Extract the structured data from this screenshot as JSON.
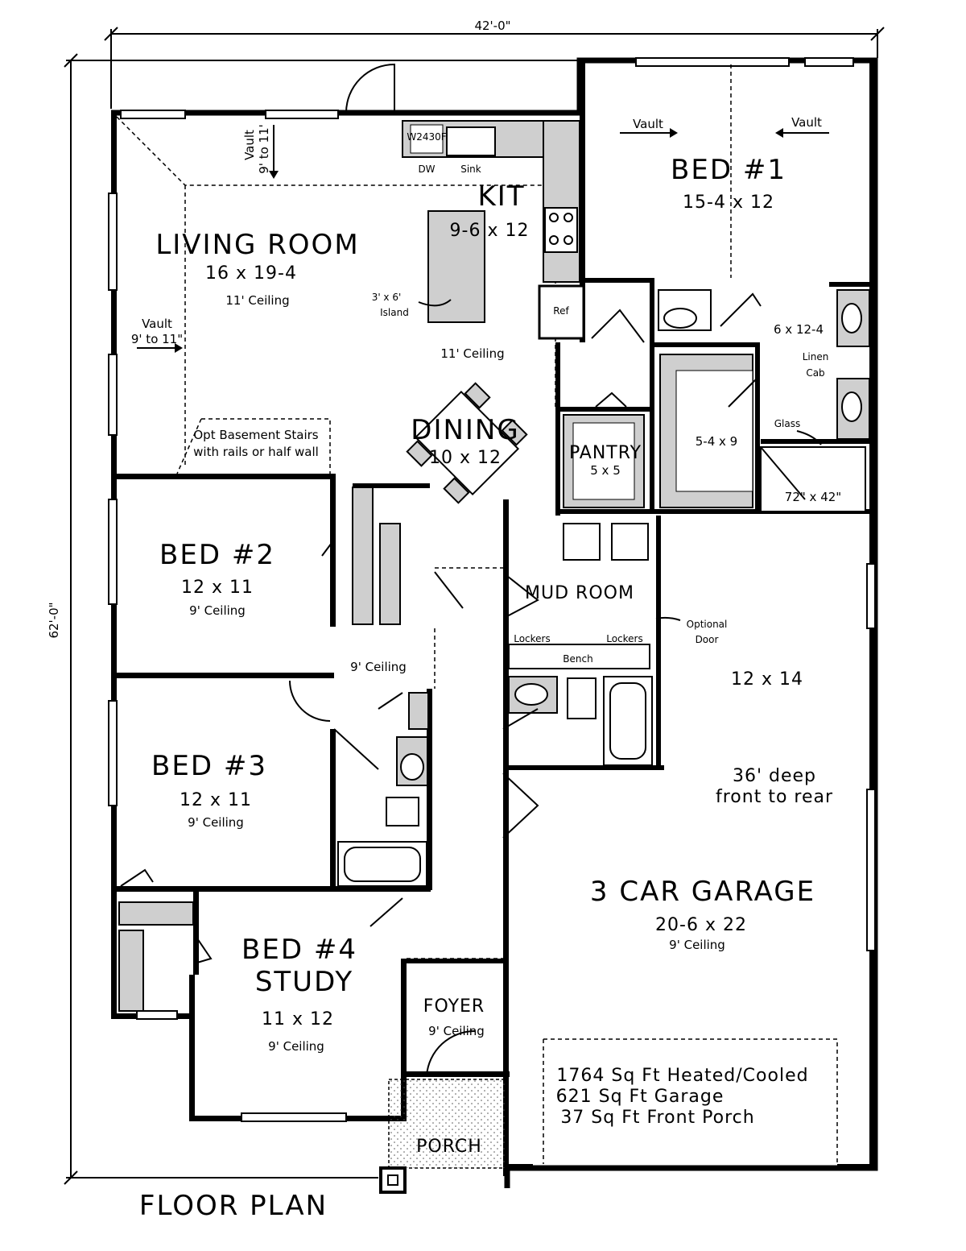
{
  "dimensions": {
    "width": "42'-0\"",
    "depth": "62'-0\""
  },
  "plan_title": "FLOOR PLAN",
  "rooms": {
    "living": {
      "name": "LIVING ROOM",
      "size": "16 x 19-4",
      "ceiling": "11' Ceiling"
    },
    "kitchen": {
      "name": "KIT",
      "size": "9-6 x 12"
    },
    "dining": {
      "name": "DINING",
      "size": "10 x 12",
      "ceiling": "11' Ceiling"
    },
    "bed1": {
      "name": "BED #1",
      "size": "15-4 x 12"
    },
    "bed2": {
      "name": "BED #2",
      "size": "12 x 11",
      "ceiling": "9' Ceiling"
    },
    "bed3": {
      "name": "BED #3",
      "size": "12 x 11",
      "ceiling": "9' Ceiling"
    },
    "bed4": {
      "name": "BED #4",
      "name2": "STUDY",
      "size": "11 x 12",
      "ceiling": "9' Ceiling"
    },
    "pantry": {
      "name": "PANTRY",
      "size": "5 x 5"
    },
    "mud": {
      "name": "MUD ROOM"
    },
    "hall": {
      "ceiling": "9' Ceiling"
    },
    "foyer": {
      "name": "FOYER",
      "ceiling": "9' Ceiling"
    },
    "porch": {
      "name": "PORCH"
    },
    "master_bath": {
      "size": "6 x 12-4"
    },
    "closet": {
      "size": "5-4 x 9"
    },
    "shower": {
      "size": "72\" x 42\""
    },
    "mud_room_storage": {
      "size": "12 x 14"
    },
    "garage": {
      "name": "3 CAR GARAGE",
      "size": "20-6 x 22",
      "ceiling": "9' Ceiling",
      "depth_note_1": "36' deep",
      "depth_note_2": "front to rear"
    }
  },
  "notes": {
    "vault": "Vault",
    "vault_range": "9' to 11'",
    "vault_range_2": "9' to 11\"",
    "island_1": "3' x 6'",
    "island_2": "Island",
    "basement_1": "Opt Basement Stairs",
    "basement_2": "with rails or half wall",
    "linen_1": "Linen",
    "linen_2": "Cab",
    "glass": "Glass",
    "optional_door_1": "Optional",
    "optional_door_2": "Door",
    "lockers": "Lockers",
    "bench": "Bench",
    "dw": "DW",
    "sink": "Sink",
    "ref": "Ref",
    "w2430f": "W2430F"
  },
  "summary": [
    "1764 Sq Ft Heated/Cooled",
    "621 Sq Ft Garage",
    "37 Sq Ft Front Porch"
  ]
}
